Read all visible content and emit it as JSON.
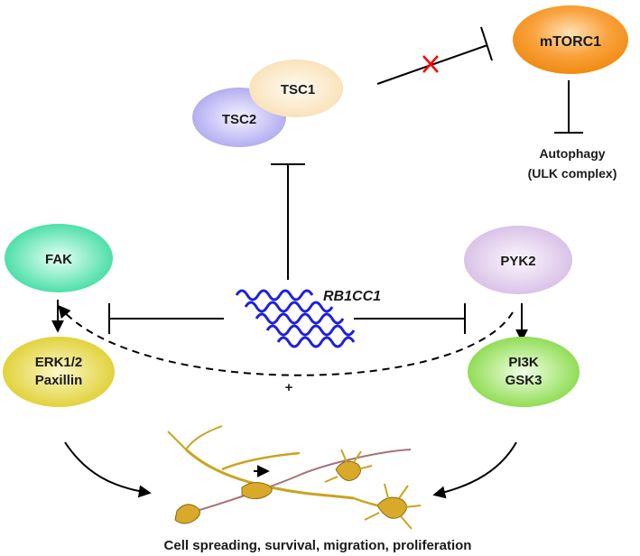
{
  "nodes": {
    "mtorc1": "mTORC1",
    "tsc1": "TSC1",
    "tsc2": "TSC2",
    "autophagy_line1": "Autophagy",
    "autophagy_line2": "(ULK complex)",
    "fak": "FAK",
    "pyk2": "PYK2",
    "erk_line1": "ERK1/2",
    "erk_line2": "Paxillin",
    "pi3k_line1": "PI3K",
    "pi3k_line2": "GSK3",
    "center_gene": "RB1CC1"
  },
  "feedback_sign": "+",
  "outcome": "Cell spreading, survival, migration, proliferation",
  "colors": {
    "mtorc1": "#f7941d",
    "tsc1": "#fde9c4",
    "tsc2": "#b9b5f2",
    "fak": "#3fe0a6",
    "pyk2": "#dcc6e8",
    "erk": "#e4d63a",
    "pi3k": "#8fe04a",
    "rna": "#1f1fe0",
    "cross": "#ff0000"
  }
}
